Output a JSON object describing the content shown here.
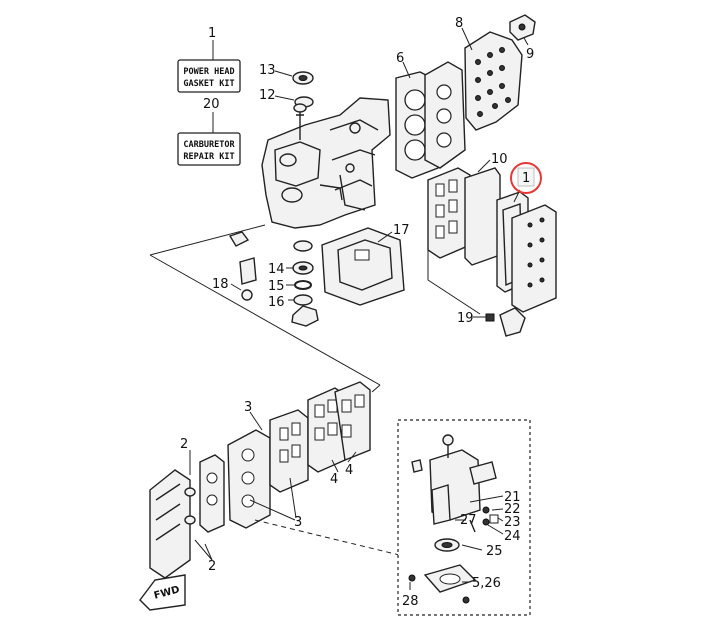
{
  "kits": {
    "power_head": {
      "number": "1",
      "line1": "POWER HEAD",
      "line2": "GASKET KIT"
    },
    "carburetor": {
      "number": "20",
      "line1": "CARBURETOR",
      "line2": "REPAIR KIT"
    }
  },
  "callouts": {
    "p1": "1",
    "p2a": "2",
    "p2b": "2",
    "p3a": "3",
    "p3b": "3",
    "p4a": "4",
    "p4b": "4",
    "p5_26": "5,26",
    "p6": "6",
    "p8": "8",
    "p9": "9",
    "p10": "10",
    "p12": "12",
    "p13": "13",
    "p14": "14",
    "p15": "15",
    "p16": "16",
    "p17": "17",
    "p18": "18",
    "p19": "19",
    "p21": "21",
    "p22": "22",
    "p23": "23",
    "p24": "24",
    "p25": "25",
    "p27": "27",
    "p28": "28"
  },
  "fwd_label": "FWD",
  "highlight_color": "#e53935"
}
